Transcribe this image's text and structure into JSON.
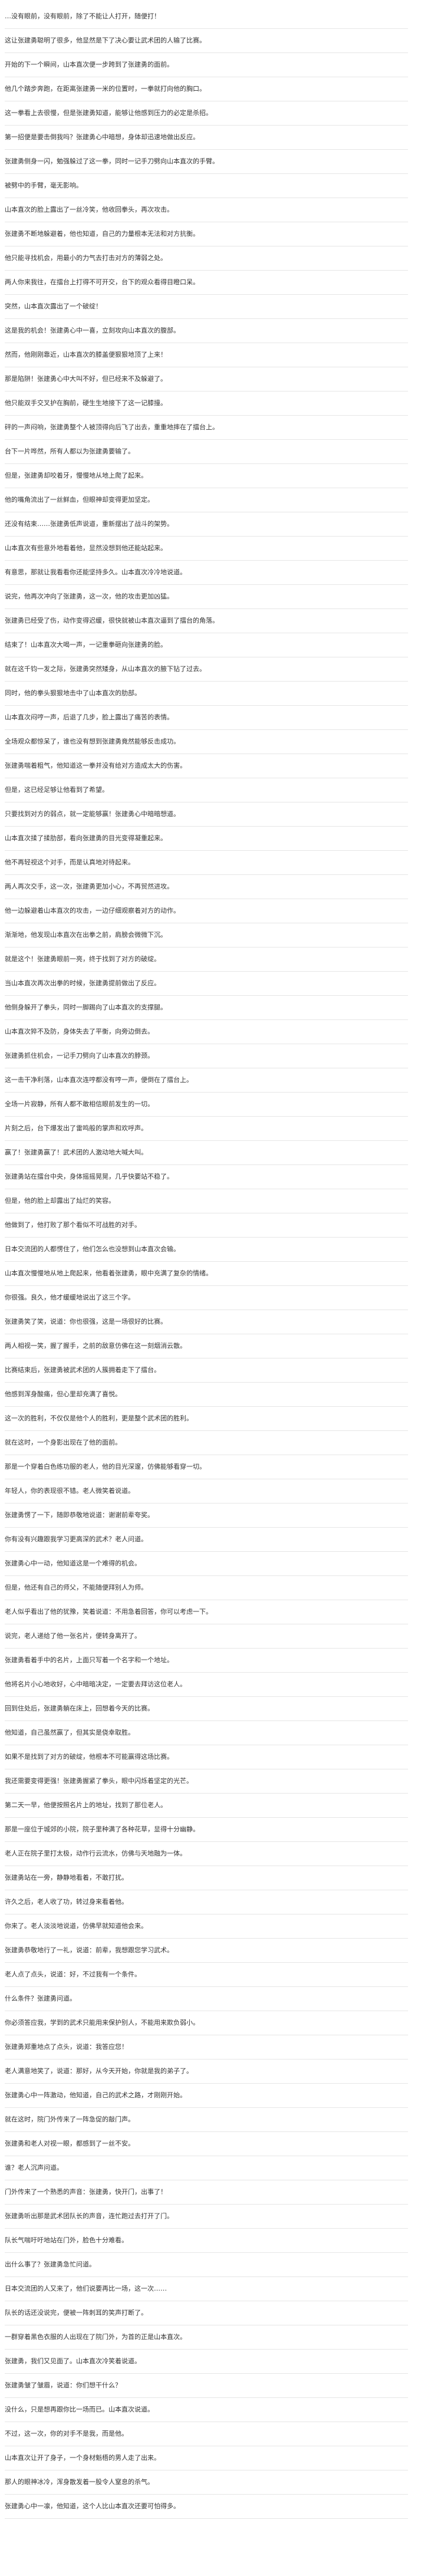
{
  "document": {
    "lines": [
      "…没有眼前，没有眼前，除了不能让人打开，随便打！",
      "这让张建勇聪明了很多，他显然是下了决心要让武术团的人输了比赛。",
      "开始的下一个瞬间，山本直次便一步跨到了张建勇的面前。",
      "他几个踏步奔跑，在距离张建勇一米的位置时，一拳就打向他的胸口。",
      "这一拳看上去很慢，但是张建勇知道，能够让他感到压力的必定是杀招。",
      "第一招便是要击倒我吗？张建勇心中暗想，身体却迅速地做出反应。",
      "张建勇侧身一闪，勉强躲过了这一拳，同时一记手刀劈向山本直次的手臂。",
      "被劈中的手臂，毫无影响。",
      "山本直次的脸上露出了一丝冷笑，他收回拳头，再次攻击。",
      "张建勇不断地躲避着，他也知道，自己的力量根本无法和对方抗衡。",
      "他只能寻找机会，用最小的力气去打击对方的薄弱之处。",
      "两人你来我往，在擂台上打得不可开交，台下的观众看得目瞪口呆。",
      "突然，山本直次露出了一个破绽！",
      "这是我的机会！张建勇心中一喜，立刻攻向山本直次的腹部。",
      "然而，他刚刚靠近，山本直次的膝盖便狠狠地顶了上来！",
      "那是陷阱！张建勇心中大叫不好，但已经来不及躲避了。",
      "他只能双手交叉护在胸前，硬生生地接下了这一记膝撞。",
      "砰的一声闷响，张建勇整个人被顶得向后飞了出去，重重地摔在了擂台上。",
      "台下一片哗然，所有人都以为张建勇要输了。",
      "但是，张建勇却咬着牙，慢慢地从地上爬了起来。",
      "他的嘴角流出了一丝鲜血，但眼神却变得更加坚定。",
      "还没有结束……张建勇低声说道，重新摆出了战斗的架势。",
      "山本直次有些意外地看着他，显然没想到他还能站起来。",
      "有意思，那就让我看看你还能坚持多久。山本直次冷冷地说道。",
      "说完，他再次冲向了张建勇，这一次，他的攻击更加凶猛。",
      "张建勇已经受了伤，动作变得迟缓，很快就被山本直次逼到了擂台的角落。",
      "结束了！山本直次大喝一声，一记重拳砸向张建勇的脸。",
      "就在这千钧一发之际，张建勇突然矮身，从山本直次的腋下钻了过去。",
      "同时，他的拳头狠狠地击中了山本直次的肋部。",
      "山本直次闷哼一声，后退了几步，脸上露出了痛苦的表情。",
      "全场观众都惊呆了，谁也没有想到张建勇竟然能够反击成功。",
      "张建勇喘着粗气，他知道这一拳并没有给对方造成太大的伤害。",
      "但是，这已经足够让他看到了希望。",
      "只要找到对方的弱点，就一定能够赢！张建勇心中暗暗想道。",
      "山本直次揉了揉肋部，看向张建勇的目光变得凝重起来。",
      "他不再轻视这个对手，而是认真地对待起来。",
      "两人再次交手，这一次，张建勇更加小心，不再贸然进攻。",
      "他一边躲避着山本直次的攻击，一边仔细观察着对方的动作。",
      "渐渐地，他发现山本直次在出拳之前，肩膀会微微下沉。",
      "就是这个！张建勇眼前一亮，终于找到了对方的破绽。",
      "当山本直次再次出拳的时候，张建勇提前做出了反应。",
      "他侧身躲开了拳头，同时一脚踢向了山本直次的支撑腿。",
      "山本直次猝不及防，身体失去了平衡，向旁边倒去。",
      "张建勇抓住机会，一记手刀劈向了山本直次的脖颈。",
      "这一击干净利落，山本直次连哼都没有哼一声，便倒在了擂台上。",
      "全场一片寂静，所有人都不敢相信眼前发生的一切。",
      "片刻之后，台下爆发出了雷鸣般的掌声和欢呼声。",
      "赢了！张建勇赢了！武术团的人激动地大喊大叫。",
      "张建勇站在擂台中央，身体摇摇晃晃，几乎快要站不稳了。",
      "但是，他的脸上却露出了灿烂的笑容。",
      "他做到了，他打败了那个看似不可战胜的对手。",
      "日本交流团的人都愣住了，他们怎么也没想到山本直次会输。",
      "山本直次慢慢地从地上爬起来，他看着张建勇，眼中充满了复杂的情绪。",
      "你很强。良久，他才缓缓地说出了这三个字。",
      "张建勇笑了笑，说道：你也很强，这是一场很好的比赛。",
      "两人相视一笑，握了握手，之前的敌意仿佛在这一刻烟消云散。",
      "比赛结束后，张建勇被武术团的人簇拥着走下了擂台。",
      "他感到浑身酸痛，但心里却充满了喜悦。",
      "这一次的胜利，不仅仅是他个人的胜利，更是整个武术团的胜利。",
      "就在这时，一个身影出现在了他的面前。",
      "那是一个穿着白色练功服的老人，他的目光深邃，仿佛能够看穿一切。",
      "年轻人，你的表现很不错。老人微笑着说道。",
      "张建勇愣了一下，随即恭敬地说道：谢谢前辈夸奖。",
      "你有没有兴趣跟我学习更高深的武术？老人问道。",
      "张建勇心中一动，他知道这是一个难得的机会。",
      "但是，他还有自己的师父，不能随便拜别人为师。",
      "老人似乎看出了他的犹豫，笑着说道：不用急着回答，你可以考虑一下。",
      "说完，老人递给了他一张名片，便转身离开了。",
      "张建勇看着手中的名片，上面只写着一个名字和一个地址。",
      "他将名片小心地收好，心中暗暗决定，一定要去拜访这位老人。",
      "回到住处后，张建勇躺在床上，回想着今天的比赛。",
      "他知道，自己虽然赢了，但其实是侥幸取胜。",
      "如果不是找到了对方的破绽，他根本不可能赢得这场比赛。",
      "我还需要变得更强！张建勇握紧了拳头，眼中闪烁着坚定的光芒。",
      "第二天一早，他便按照名片上的地址，找到了那位老人。",
      "那是一座位于城郊的小院，院子里种满了各种花草，显得十分幽静。",
      "老人正在院子里打太极，动作行云流水，仿佛与天地融为一体。",
      "张建勇站在一旁，静静地看着，不敢打扰。",
      "许久之后，老人收了功，转过身来看着他。",
      "你来了。老人淡淡地说道，仿佛早就知道他会来。",
      "张建勇恭敬地行了一礼，说道：前辈，我想跟您学习武术。",
      "老人点了点头，说道：好，不过我有一个条件。",
      "什么条件？张建勇问道。",
      "你必须答应我，学到的武术只能用来保护别人，不能用来欺负弱小。",
      "张建勇郑重地点了点头，说道：我答应您！",
      "老人满意地笑了，说道：那好，从今天开始，你就是我的弟子了。",
      "张建勇心中一阵激动，他知道，自己的武术之路，才刚刚开始。",
      "就在这时，院门外传来了一阵急促的敲门声。",
      "张建勇和老人对视一眼，都感到了一丝不安。",
      "谁？老人沉声问道。",
      "门外传来了一个熟悉的声音：张建勇，快开门，出事了！",
      "张建勇听出那是武术团队长的声音，连忙跑过去打开了门。",
      "队长气喘吁吁地站在门外，脸色十分难看。",
      "出什么事了？张建勇急忙问道。",
      "日本交流团的人又来了，他们说要再比一场，这一次……",
      "队长的话还没说完，便被一阵刺耳的笑声打断了。",
      "一群穿着黑色衣服的人出现在了院门外，为首的正是山本直次。",
      "张建勇，我们又见面了。山本直次冷笑着说道。",
      "张建勇皱了皱眉，说道：你们想干什么？",
      "没什么，只是想再跟你比一场而已。山本直次说道。",
      "不过，这一次，你的对手不是我，而是他。",
      "山本直次让开了身子，一个身材魁梧的男人走了出来。",
      "那人的眼神冰冷，浑身散发着一股令人窒息的杀气。",
      "张建勇心中一凛，他知道，这个人比山本直次还要可怕得多。"
    ]
  }
}
